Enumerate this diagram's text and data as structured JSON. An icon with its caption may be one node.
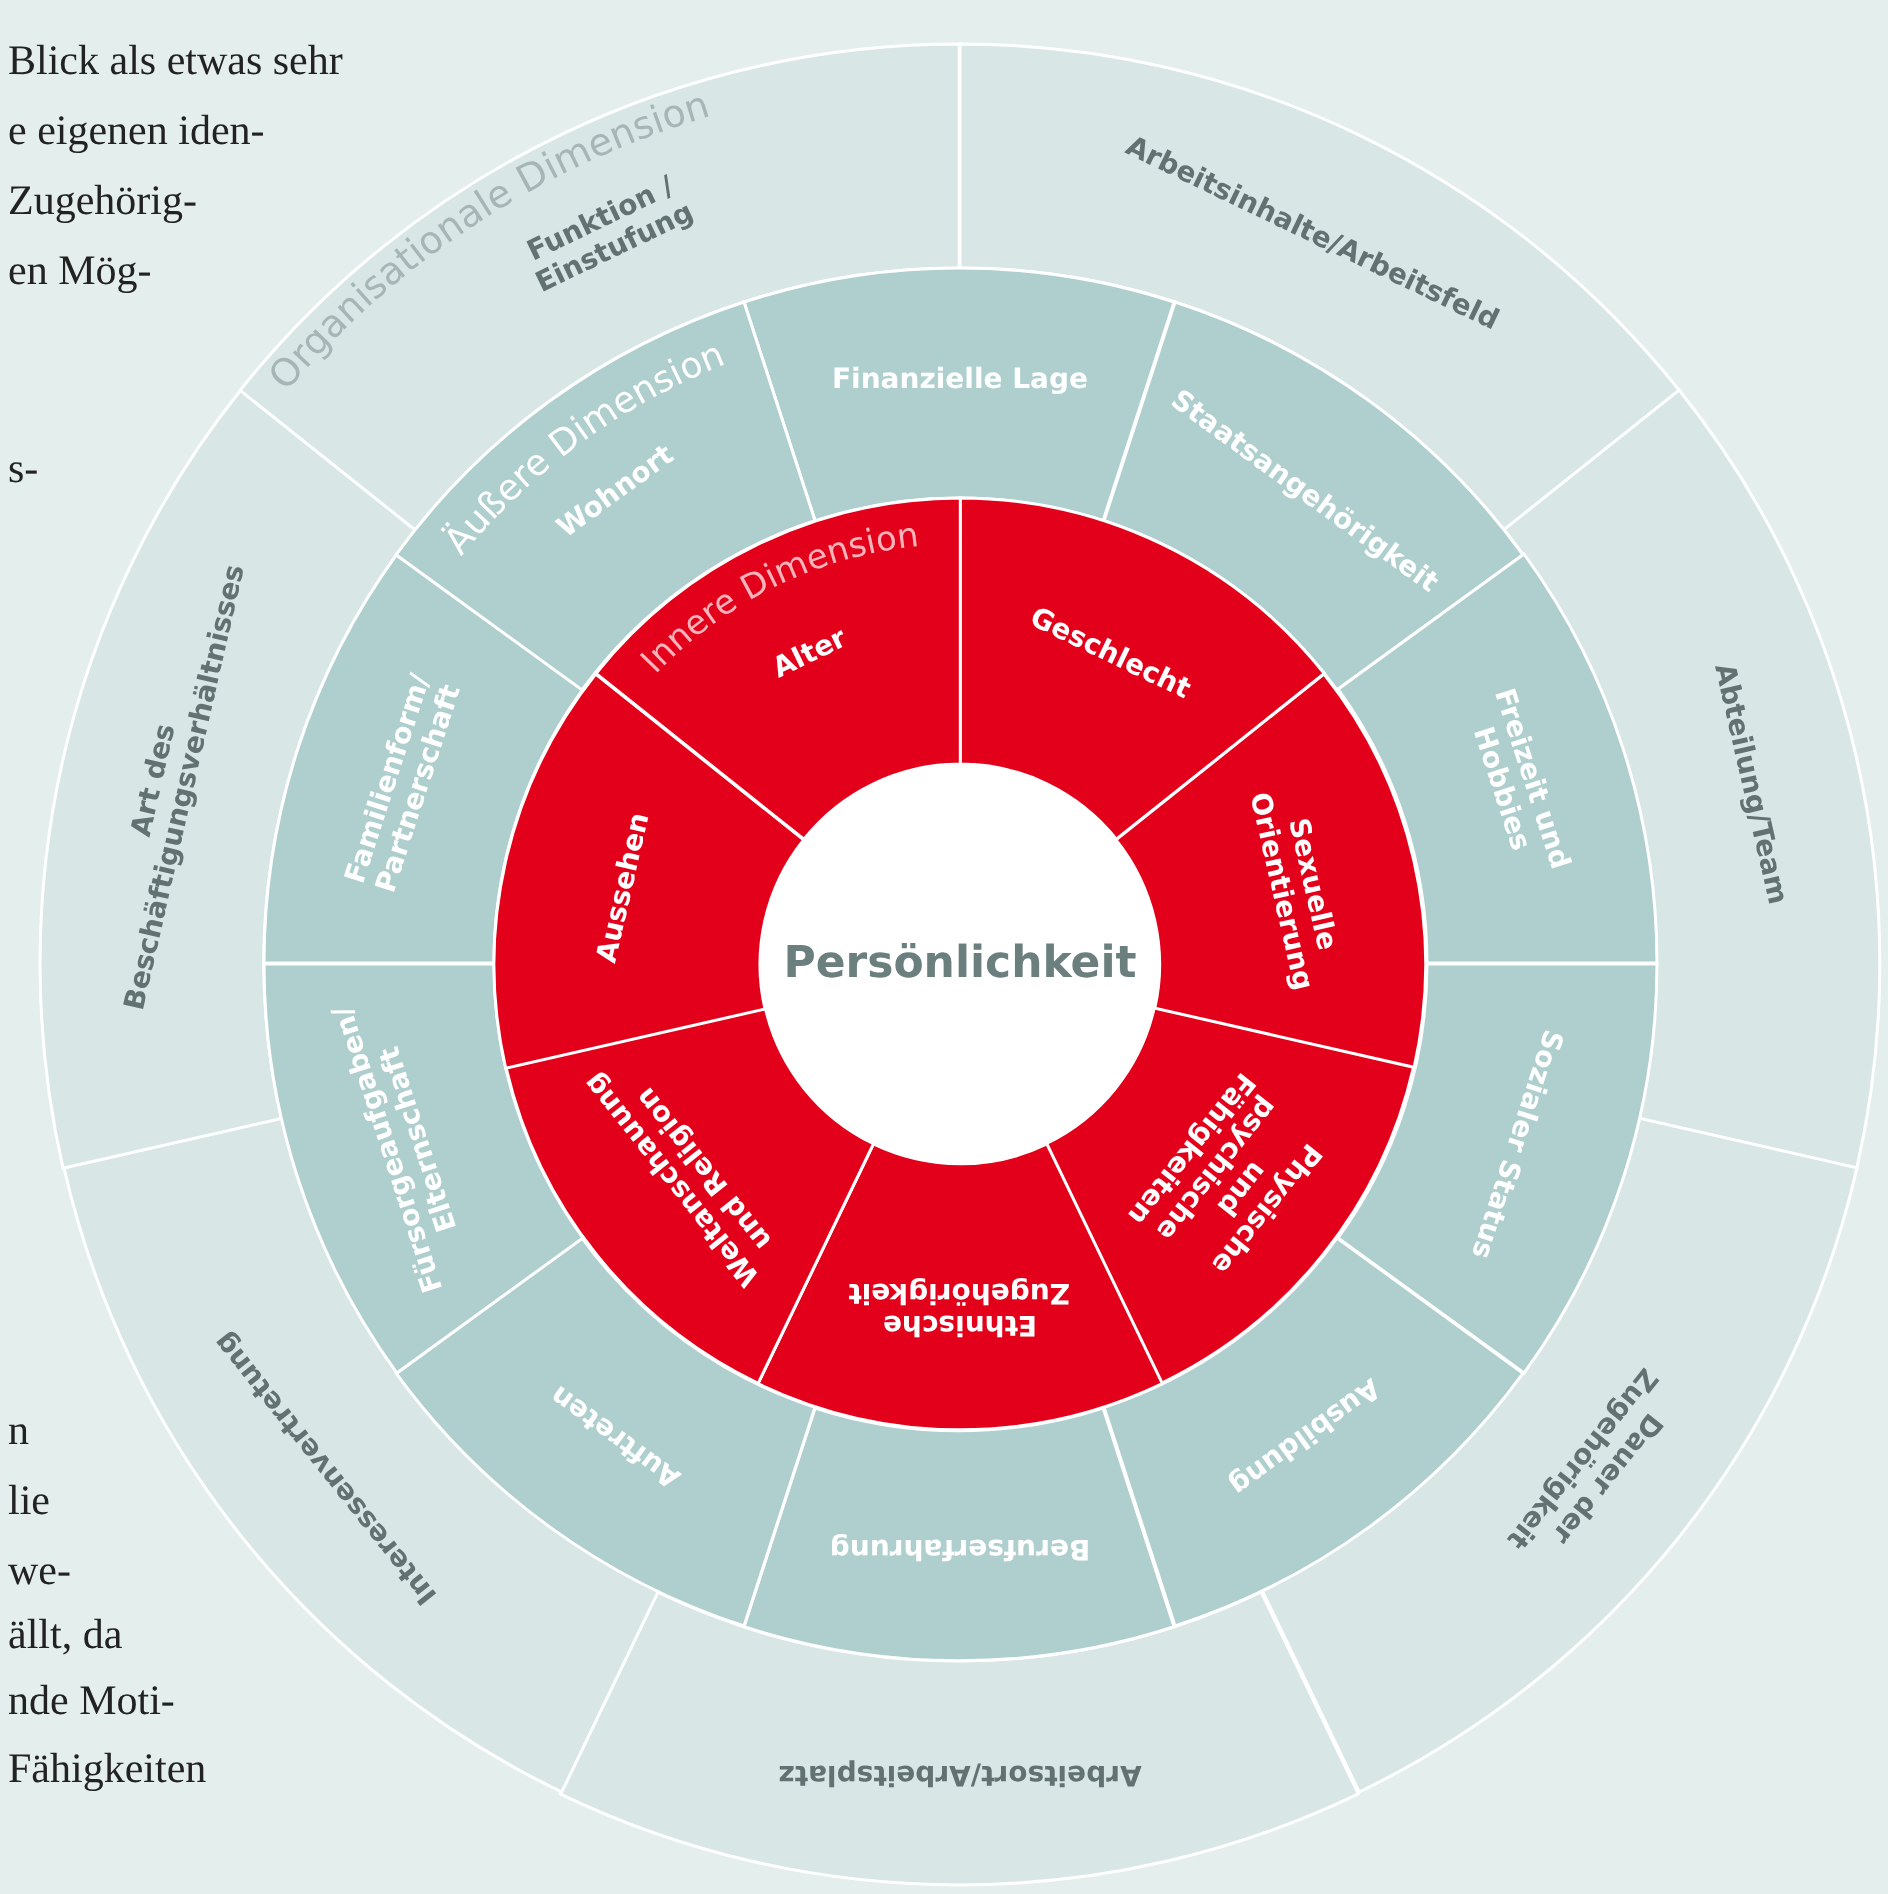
{
  "diagram": {
    "nodes": [
      {
        "text": [
          "Persönlichkeit"
        ]
      },
      {
        "text": [
          "Geschlecht"
        ]
      },
      {
        "text": [
          "Sexuelle Orientierung"
        ]
      },
      {
        "text": [
          "Physische und psychische Fähigkeiten"
        ]
      },
      {
        "text": [
          "Ethnische Zugehörigkeit"
        ]
      },
      {
        "text": [
          "Weltanschauung und Religion"
        ]
      },
      {
        "text": [
          "Aussehen"
        ]
      },
      {
        "text": [
          "Alter"
        ]
      },
      {
        "text": [
          "Finanzielle Lage"
        ]
      },
      {
        "text": [
          "Staatsangehörigkeit"
        ]
      },
      {
        "text": [
          "Freizeit und Hobbies"
        ]
      },
      {
        "text": [
          "Sozialer Status"
        ]
      },
      {
        "text": [
          "Ausbildung"
        ]
      },
      {
        "text": [
          "Berufserfahrung"
        ]
      },
      {
        "text": [
          "Auftreten"
        ]
      },
      {
        "text": [
          "Fürsorgeaufgaben/ Elternschaft"
        ]
      },
      {
        "text": [
          "Familienform/ Partnerschaft"
        ]
      },
      {
        "text": [
          "Wohnort"
        ]
      },
      {
        "text": [
          "Arbeitsinhalte/Arbeitsfeld"
        ]
      },
      {
        "text": [
          "Abteilung/Team"
        ]
      },
      {
        "text": [
          "Dauer der Zugehörigkeit"
        ]
      },
      {
        "text": [
          "Arbeitsort/Arbeitsplatz"
        ]
      },
      {
        "text": [
          "Interessenvertretung"
        ]
      },
      {
        "text": [
          "Art des Beschäftigungsverhältnisses"
        ]
      },
      {
        "text": [
          "Funktion / Einstufung"
        ]
      }
    ],
    "labels": [
      "Blick als etwas sehr",
      "e eigenen iden-",
      "Zugehörig-",
      "en  Mög-",
      "s-",
      "n",
      "lie",
      "we-",
      "ällt, da",
      "nde Moti-",
      "Fähigkeiten",
      "Organisationale Dimension",
      "Äußere Dimension",
      "Innere Dimension"
    ]
  }
}
